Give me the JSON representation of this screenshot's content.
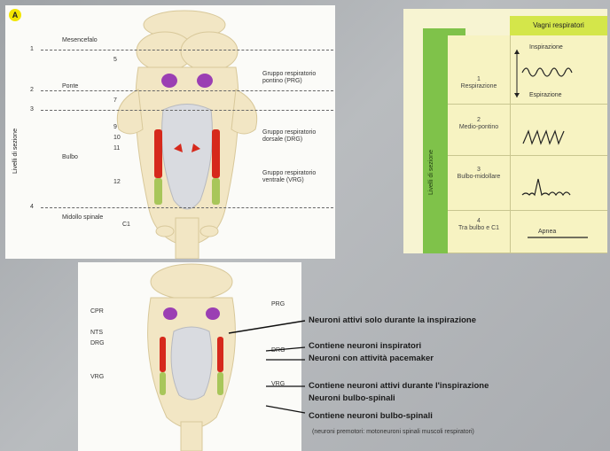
{
  "panel_a": {
    "badge": "A",
    "left_axis": "Livelli di sezione",
    "section_marks": [
      "1",
      "2",
      "3",
      "4"
    ],
    "region_labels": [
      "Mesencefalo",
      "Ponte",
      "Bulbo",
      "Midollo spinale"
    ],
    "inner_left_labels": [
      "5",
      "7",
      "9",
      "10",
      "11",
      "12",
      "C1"
    ],
    "right_labels": [
      "Gruppo respiratorio pontino (PRG)",
      "Gruppo respiratorio dorsale (DRG)",
      "Gruppo respiratorio ventrale (VRG)"
    ]
  },
  "panel_b": {
    "header": "Vagni respiratori",
    "side_label": "Livelli di sezione",
    "rows": [
      {
        "num": "1",
        "label": "Respirazione",
        "trace_top": "Inspirazione",
        "trace_bottom": "Espirazione"
      },
      {
        "num": "2",
        "label": "Medio-pontino",
        "trace_top": "",
        "trace_bottom": ""
      },
      {
        "num": "3",
        "label": "Bulbo-midollare",
        "trace_top": "",
        "trace_bottom": ""
      },
      {
        "num": "4",
        "label": "Tra bulbo e C1",
        "trace_top": "",
        "trace_bottom": "Apnea"
      }
    ]
  },
  "panel_c": {
    "left_labels": [
      "CPR",
      "NTS",
      "DRG",
      "VRG"
    ],
    "right_labels": [
      "PRG",
      "DRG",
      "VRG"
    ]
  },
  "annotations": [
    {
      "text": "Neuroni attivi solo durante la inspirazione",
      "small": ""
    },
    {
      "text": "Contiene neuroni inspiratori",
      "small": ""
    },
    {
      "text": "Neuroni con attività pacemaker",
      "small": ""
    },
    {
      "text": "Contiene neuroni attivi durante l'inspirazione",
      "small": ""
    },
    {
      "text": "Neuroni bulbo-spinali",
      "small": ""
    },
    {
      "text": "Contiene neuroni bulbo-spinali",
      "small": ""
    },
    {
      "text": "",
      "small": "(neuroni premotori: motoneuroni spinali muscoli respiratori)"
    }
  ],
  "colors": {
    "brainstem": "#f2e6c4",
    "nucleus_red": "#d6291c",
    "nucleus_green": "#a8c65a",
    "nucleus_purple": "#9b3fb3",
    "ventricle": "#d9dbe0",
    "table_green": "#7fc24a",
    "table_yellow": "#f7f3c2",
    "table_header": "#d4e64a"
  }
}
